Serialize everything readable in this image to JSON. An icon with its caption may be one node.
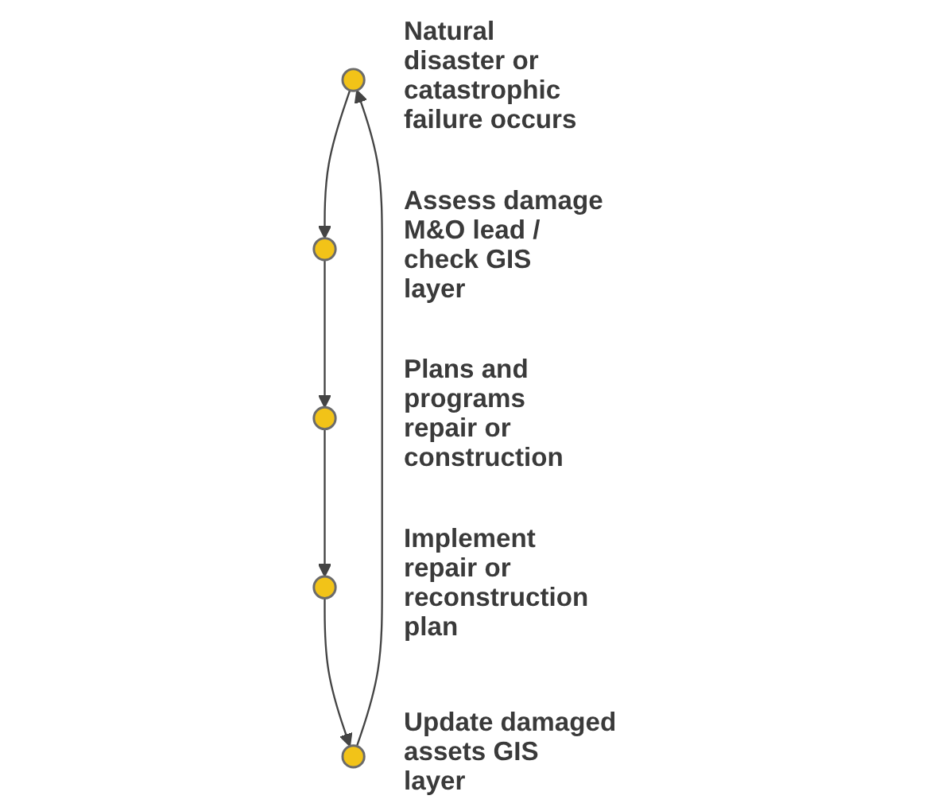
{
  "diagram": {
    "nodes": [
      {
        "text": [],
        "shape": "circle",
        "beside": [
          "Natural disaster or catastrophic failure occurs"
        ]
      },
      {
        "text": [],
        "shape": "circle",
        "beside": [
          "Assess damage M&O lead / check GIS layer"
        ]
      },
      {
        "text": [],
        "shape": "circle",
        "beside": [
          "Plans and programs repair or construction"
        ]
      },
      {
        "text": [],
        "shape": "circle",
        "beside": [
          "Implement repair or reconstruction plan"
        ]
      },
      {
        "text": [],
        "shape": "circle",
        "beside": [
          "Update damaged assets GIS layer"
        ]
      }
    ],
    "edges": [
      {
        "from": 0,
        "to": 1,
        "arrow": "to"
      },
      {
        "from": 1,
        "to": 2,
        "arrow": "to"
      },
      {
        "from": 2,
        "to": 3,
        "arrow": "to"
      },
      {
        "from": 3,
        "to": 4,
        "arrow": "to"
      },
      {
        "from": 4,
        "to": 0,
        "arrow": "to"
      }
    ]
  }
}
